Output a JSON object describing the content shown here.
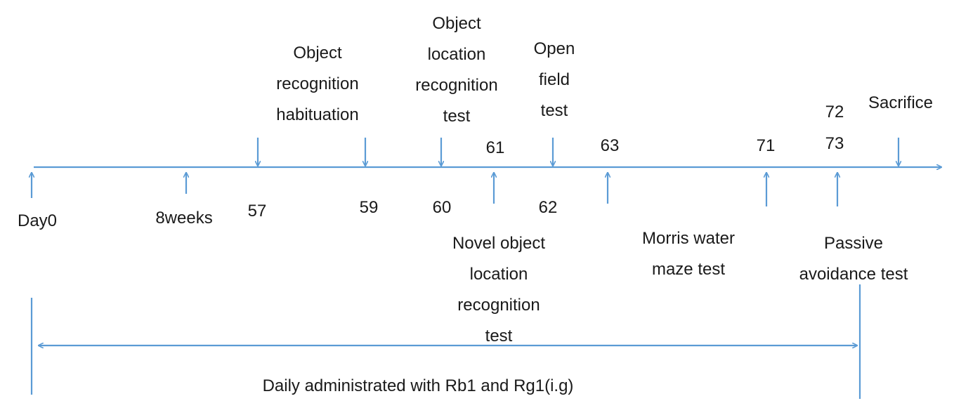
{
  "colors": {
    "line": "#5b9bd5",
    "text": "#1a1a1a",
    "background": "#ffffff"
  },
  "top_events": [
    {
      "name": "object-recognition-habituation",
      "lines": [
        "Object",
        "recognition",
        "habituation"
      ]
    },
    {
      "name": "object-location-recognition-test",
      "lines": [
        "Object",
        "location",
        "recognition",
        "test"
      ]
    },
    {
      "name": "open-field-test",
      "lines": [
        "Open",
        "field",
        "test"
      ]
    },
    {
      "name": "sacrifice",
      "lines": [
        "Sacrifice"
      ]
    }
  ],
  "bottom_events": [
    {
      "name": "novel-object-location-recognition-test",
      "lines": [
        "Novel object",
        "location",
        "recognition",
        "test"
      ]
    },
    {
      "name": "morris-water-maze-test",
      "lines": [
        "Morris water",
        "maze test"
      ]
    },
    {
      "name": "passive-avoidance-test",
      "lines": [
        "Passive",
        "avoidance test"
      ]
    }
  ],
  "day_labels": [
    {
      "name": "day0",
      "text": "Day0"
    },
    {
      "name": "8weeks",
      "text": "8weeks"
    },
    {
      "name": "day-57",
      "text": "57"
    },
    {
      "name": "day-59",
      "text": "59"
    },
    {
      "name": "day-60",
      "text": "60"
    },
    {
      "name": "day-61",
      "text": "61"
    },
    {
      "name": "day-62",
      "text": "62"
    },
    {
      "name": "day-63",
      "text": "63"
    },
    {
      "name": "day-71",
      "text": "71"
    },
    {
      "name": "day-72",
      "text": "72"
    },
    {
      "name": "day-73",
      "text": "73"
    }
  ],
  "administration": {
    "text": "Daily administrated with Rb1 and Rg1(i.g)"
  }
}
